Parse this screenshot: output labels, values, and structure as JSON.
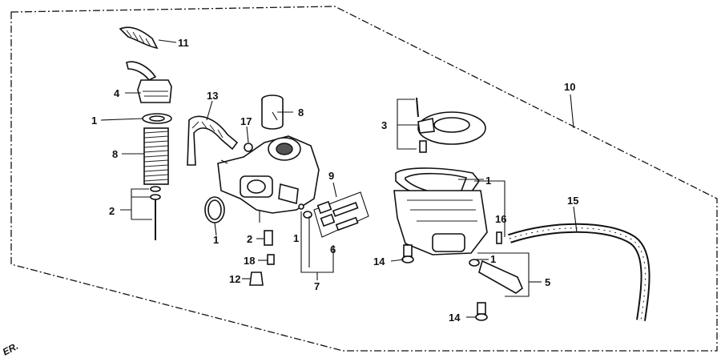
{
  "corner_text": "ER.",
  "callouts": {
    "c11": "11",
    "c4": "4",
    "c1a": "1",
    "c8a": "8",
    "c2a": "2",
    "c13": "13",
    "c1b": "1",
    "c8b": "8",
    "c17": "17",
    "c2b": "2",
    "c18": "18",
    "c12": "12",
    "c9": "9",
    "c1c": "1",
    "c6": "6",
    "c7": "7",
    "c3": "3",
    "c1d": "1",
    "c16": "16",
    "c1e": "1",
    "c14a": "14",
    "c5": "5",
    "c14b": "14",
    "c10": "10",
    "c15": "15"
  },
  "colors": {
    "ink": "#111111",
    "paper": "#ffffff"
  }
}
